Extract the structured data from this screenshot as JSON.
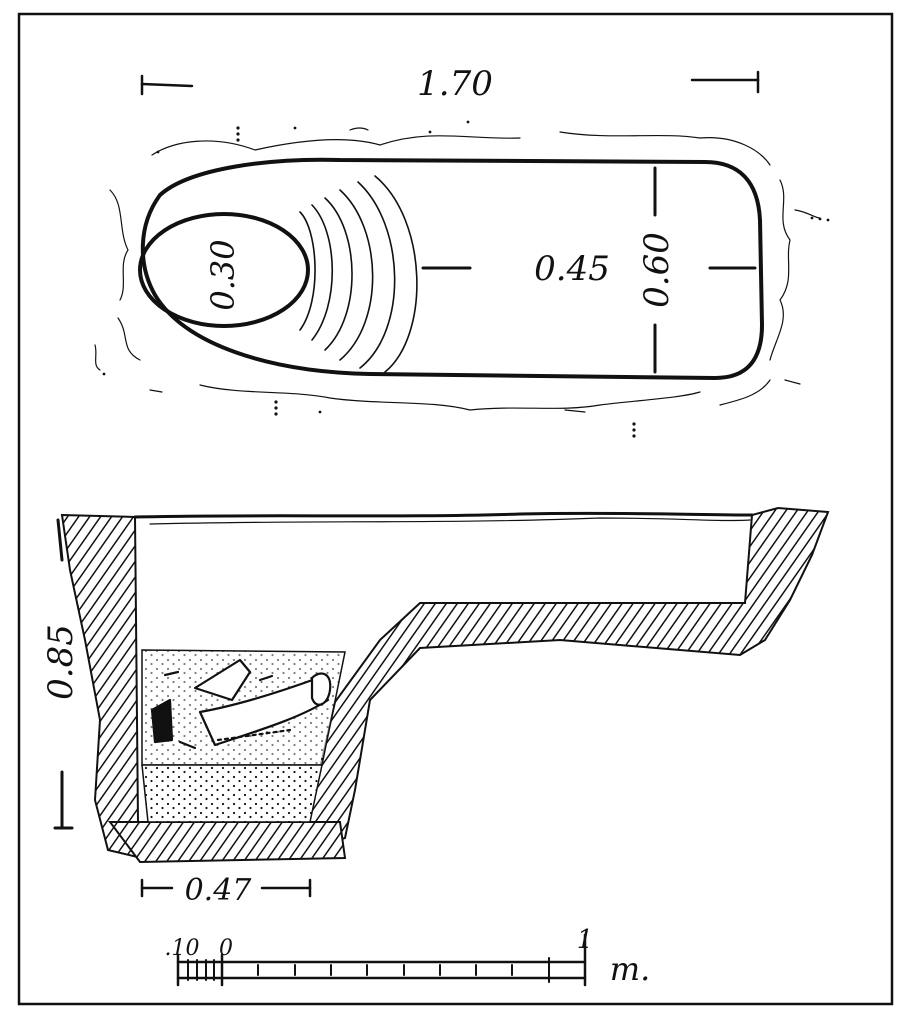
{
  "plan": {
    "length_label": "1.70",
    "end_width_label": "0.60",
    "mid_width_label": "0.45",
    "pit_width_label": "0.30"
  },
  "section": {
    "depth_label": "0.85",
    "bottom_width_label": "0.47"
  },
  "scale": {
    "small_label": ".10",
    "zero_label": "0",
    "one_label": "1",
    "unit_label": "m."
  },
  "colors": {
    "ink": "#111111",
    "paper": "#ffffff"
  }
}
